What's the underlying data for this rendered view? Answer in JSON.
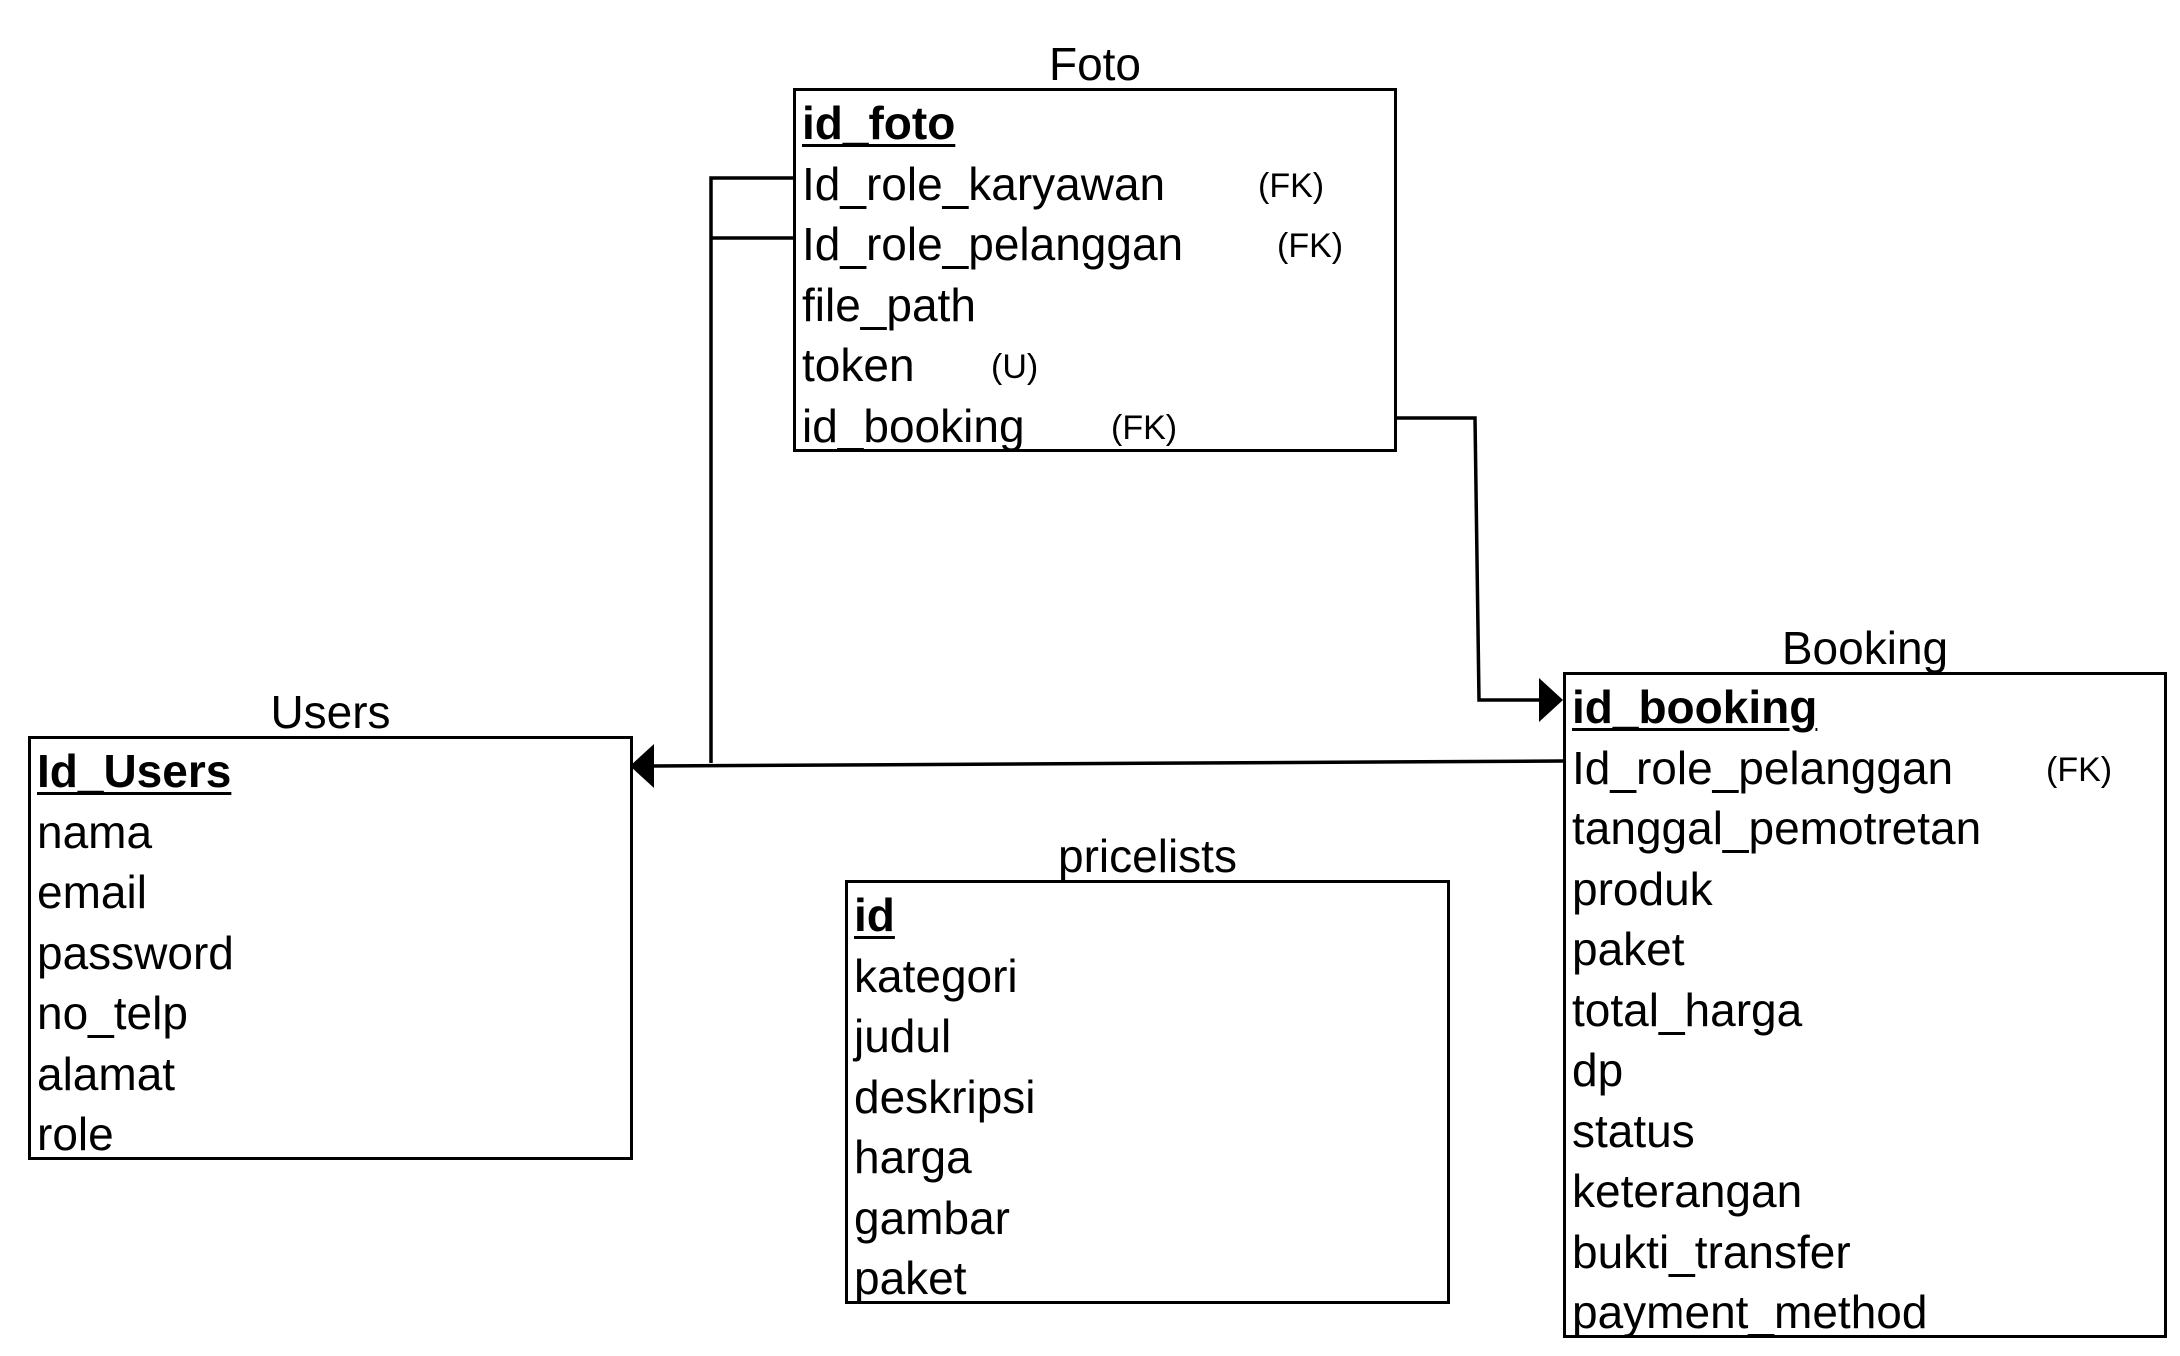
{
  "diagram": {
    "entities": {
      "foto": {
        "title": "Foto",
        "fields": [
          {
            "name": "id_foto",
            "tag": "",
            "pk": true
          },
          {
            "name": "Id_role_karyawan",
            "tag": "(FK)",
            "pk": false
          },
          {
            "name": "Id_role_pelanggan",
            "tag": "(FK)",
            "pk": false
          },
          {
            "name": "file_path",
            "tag": "",
            "pk": false
          },
          {
            "name": "token",
            "tag": "(U)",
            "pk": false
          },
          {
            "name": "id_booking",
            "tag": "(FK)",
            "pk": false
          }
        ]
      },
      "users": {
        "title": "Users",
        "fields": [
          {
            "name": "Id_Users",
            "tag": "",
            "pk": true
          },
          {
            "name": "nama",
            "tag": "",
            "pk": false
          },
          {
            "name": "email",
            "tag": "",
            "pk": false
          },
          {
            "name": "password",
            "tag": "",
            "pk": false
          },
          {
            "name": "no_telp",
            "tag": "",
            "pk": false
          },
          {
            "name": "alamat",
            "tag": "",
            "pk": false
          },
          {
            "name": "role",
            "tag": "",
            "pk": false
          }
        ]
      },
      "pricelists": {
        "title": "pricelists",
        "fields": [
          {
            "name": "id",
            "tag": "",
            "pk": true
          },
          {
            "name": "kategori",
            "tag": "",
            "pk": false
          },
          {
            "name": "judul",
            "tag": "",
            "pk": false
          },
          {
            "name": "deskripsi",
            "tag": "",
            "pk": false
          },
          {
            "name": "harga",
            "tag": "",
            "pk": false
          },
          {
            "name": "gambar",
            "tag": "",
            "pk": false
          },
          {
            "name": "paket",
            "tag": "",
            "pk": false
          }
        ]
      },
      "booking": {
        "title": "Booking",
        "fields": [
          {
            "name": "id_booking",
            "tag": "",
            "pk": true
          },
          {
            "name": "Id_role_pelanggan",
            "tag": "(FK)",
            "pk": false
          },
          {
            "name": "tanggal_pemotretan",
            "tag": "",
            "pk": false
          },
          {
            "name": "produk",
            "tag": "",
            "pk": false
          },
          {
            "name": "paket",
            "tag": "",
            "pk": false
          },
          {
            "name": "total_harga",
            "tag": "",
            "pk": false
          },
          {
            "name": "dp",
            "tag": "",
            "pk": false
          },
          {
            "name": "status",
            "tag": "",
            "pk": false
          },
          {
            "name": "keterangan",
            "tag": "",
            "pk": false
          },
          {
            "name": "bukti_transfer",
            "tag": "",
            "pk": false
          },
          {
            "name": "payment_method",
            "tag": "",
            "pk": false
          }
        ]
      }
    },
    "relationships": [
      {
        "from": "Foto.Id_role_karyawan",
        "to": "Users.Id_Users"
      },
      {
        "from": "Foto.Id_role_pelanggan",
        "to": "Users.Id_Users"
      },
      {
        "from": "Foto.id_booking",
        "to": "Booking.id_booking"
      },
      {
        "from": "Booking.Id_role_pelanggan",
        "to": "Users.Id_Users"
      }
    ],
    "colors": {
      "line": "#000000",
      "background": "#ffffff"
    }
  }
}
